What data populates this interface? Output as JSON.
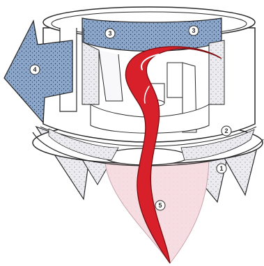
{
  "diagram": {
    "callouts": [
      {
        "id": "1",
        "label": "1"
      },
      {
        "id": "2",
        "label": "2"
      },
      {
        "id": "3a",
        "label": "3"
      },
      {
        "id": "3b",
        "label": "3"
      },
      {
        "id": "4",
        "label": "4"
      },
      {
        "id": "5",
        "label": "5"
      }
    ]
  },
  "colors": {
    "outline": "#2a2a2a",
    "blue_stream": "#8ca7c9",
    "blue_dots": "#1e2f55",
    "red_stream": "#d7202a",
    "red_outline": "#7a0d10",
    "pink_stream": "#f4d6dc",
    "speckle_fill": "#e9e9ee",
    "speckle_dots": "#8a8a96",
    "white": "#ffffff"
  }
}
